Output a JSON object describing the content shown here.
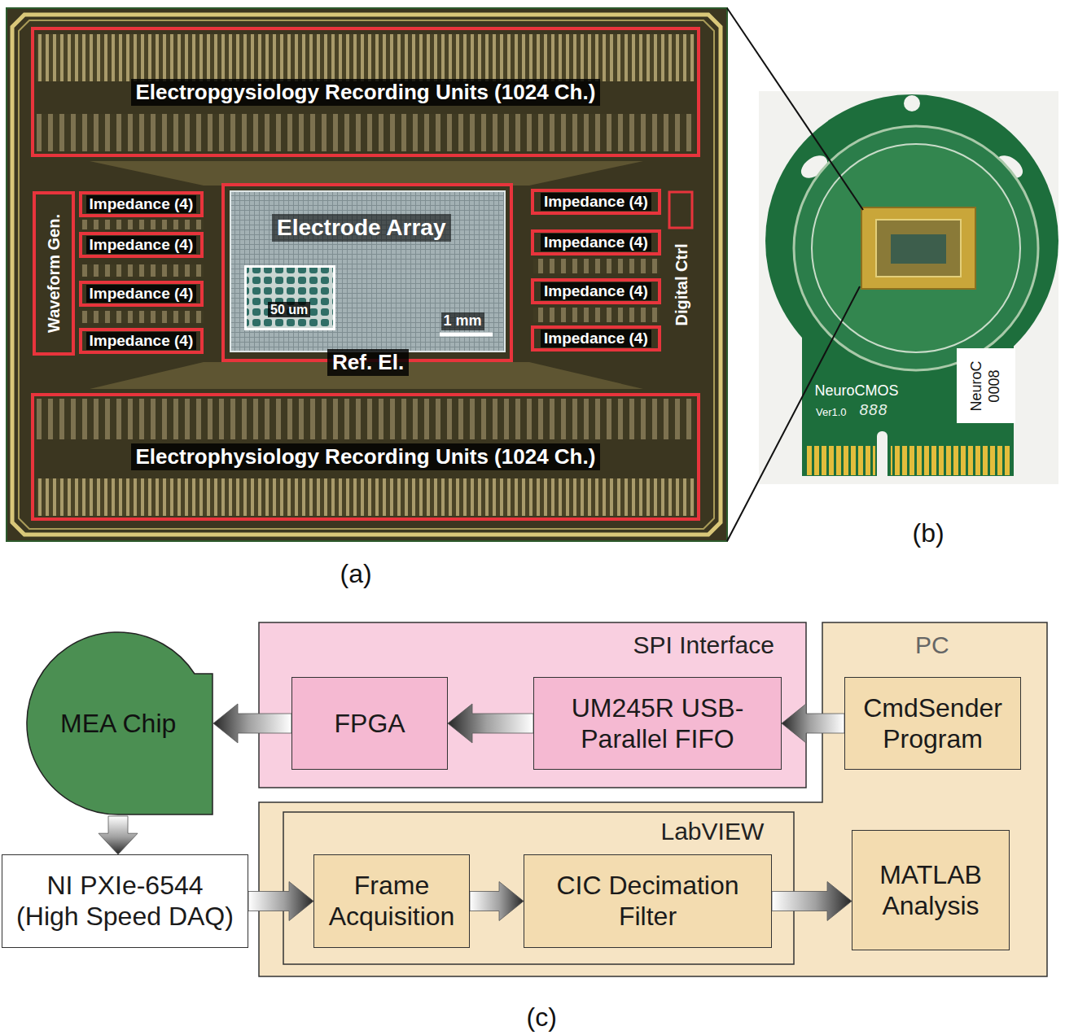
{
  "diagram": {
    "nodes": [
      {
        "text": [
          "Electropgysiology Recording Units (1024 Ch.)"
        ]
      },
      {
        "text": [
          "Waveform Gen."
        ]
      },
      {
        "text": [
          "Impedance (4)"
        ]
      },
      {
        "text": [
          "Impedance (4)"
        ]
      },
      {
        "text": [
          "Impedance (4)"
        ]
      },
      {
        "text": [
          "Impedance (4)"
        ]
      },
      {
        "text": [
          "Electrode Array",
          "Ref. El."
        ]
      },
      {
        "text": [
          "50 um"
        ],
        "in": 6
      },
      {
        "text": [
          "Impedance (4)"
        ]
      },
      {
        "text": [
          "Impedance (4)"
        ]
      },
      {
        "text": [
          "Impedance (4)"
        ]
      },
      {
        "text": [
          "Impedance (4)"
        ]
      },
      {
        "text": [
          "Electrophysiology Recording Units (1024 Ch.)"
        ]
      },
      {
        "text": [
          "MEA Chip"
        ]
      },
      {
        "text": [
          "SPI Interface"
        ]
      },
      {
        "text": [
          "FPGA"
        ],
        "in": 14
      },
      {
        "text": [
          "UM245R USB-Parallel FIFO"
        ],
        "in": 14
      },
      {
        "text": [
          "PC"
        ]
      },
      {
        "text": [
          "CmdSender Program"
        ],
        "in": 17
      },
      {
        "text": [
          "LabVIEW"
        ],
        "in": 17
      },
      {
        "text": [
          "Frame Acquisition"
        ],
        "in": 19
      },
      {
        "text": [
          "CIC Decimation Filter"
        ],
        "in": 19
      },
      {
        "text": [
          "MATLAB Analysis"
        ],
        "in": 17
      },
      {
        "text": [
          "NI PXIe-6544 (High Speed DAQ)"
        ]
      }
    ],
    "edges": [
      {
        "from": 18,
        "to": 16,
        "arrow": "to"
      },
      {
        "from": 16,
        "to": 15,
        "arrow": "to"
      },
      {
        "from": 15,
        "to": 13,
        "arrow": "to"
      },
      {
        "from": 13,
        "to": 23,
        "arrow": "to"
      },
      {
        "from": 23,
        "to": 20,
        "arrow": "to"
      },
      {
        "from": 20,
        "to": 21,
        "arrow": "to"
      },
      {
        "from": 21,
        "to": 22,
        "arrow": "to"
      }
    ],
    "labels": [
      "Digital Ctrl",
      "1 mm",
      "NeuroCMOS",
      "Ver1.0",
      "888",
      "NeuroC 0008",
      "(a)",
      "(b)",
      "(c)"
    ]
  }
}
